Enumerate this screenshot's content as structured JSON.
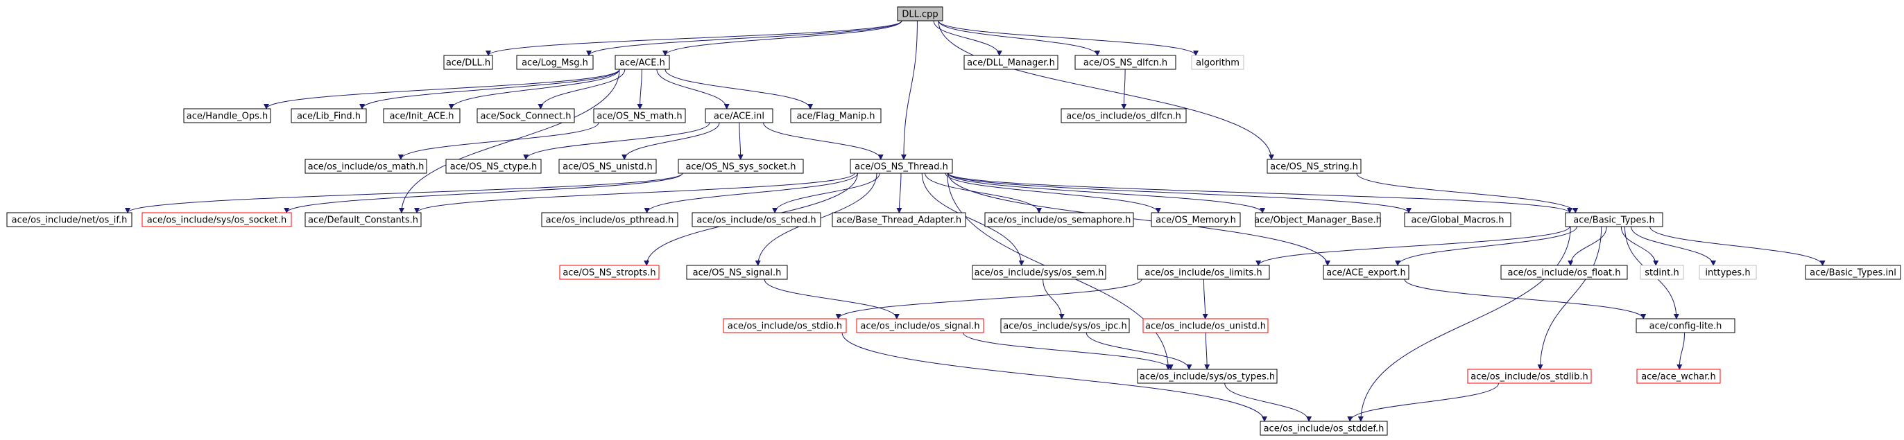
{
  "nodes": [
    {
      "id": "dll_cpp",
      "label": "DLL.cpp",
      "style": "root"
    },
    {
      "id": "dll_h",
      "label": "ace/DLL.h",
      "style": "normal"
    },
    {
      "id": "log_msg",
      "label": "ace/Log_Msg.h",
      "style": "normal"
    },
    {
      "id": "ace_h",
      "label": "ace/ACE.h",
      "style": "normal"
    },
    {
      "id": "dll_mgr",
      "label": "ace/DLL_Manager.h",
      "style": "normal"
    },
    {
      "id": "os_ns_dlfcn",
      "label": "ace/OS_NS_dlfcn.h",
      "style": "normal"
    },
    {
      "id": "algorithm",
      "label": "algorithm",
      "style": "gray"
    },
    {
      "id": "handle_ops",
      "label": "ace/Handle_Ops.h",
      "style": "normal"
    },
    {
      "id": "lib_find",
      "label": "ace/Lib_Find.h",
      "style": "normal"
    },
    {
      "id": "init_ace",
      "label": "ace/Init_ACE.h",
      "style": "normal"
    },
    {
      "id": "sock_connect",
      "label": "ace/Sock_Connect.h",
      "style": "normal"
    },
    {
      "id": "os_ns_math",
      "label": "ace/OS_NS_math.h",
      "style": "normal"
    },
    {
      "id": "ace_inl",
      "label": "ace/ACE.inl",
      "style": "normal"
    },
    {
      "id": "flag_manip",
      "label": "ace/Flag_Manip.h",
      "style": "normal"
    },
    {
      "id": "os_dlfcn",
      "label": "ace/os_include/os_dlfcn.h",
      "style": "normal"
    },
    {
      "id": "os_math",
      "label": "ace/os_include/os_math.h",
      "style": "normal"
    },
    {
      "id": "os_ns_ctype",
      "label": "ace/OS_NS_ctype.h",
      "style": "normal"
    },
    {
      "id": "os_ns_unistd",
      "label": "ace/OS_NS_unistd.h",
      "style": "normal"
    },
    {
      "id": "os_ns_sys_socket",
      "label": "ace/OS_NS_sys_socket.h",
      "style": "normal"
    },
    {
      "id": "os_ns_thread",
      "label": "ace/OS_NS_Thread.h",
      "style": "normal"
    },
    {
      "id": "os_ns_string",
      "label": "ace/OS_NS_string.h",
      "style": "normal"
    },
    {
      "id": "net_os_if",
      "label": "ace/os_include/net/os_if.h",
      "style": "normal"
    },
    {
      "id": "sys_os_socket",
      "label": "ace/os_include/sys/os_socket.h",
      "style": "red"
    },
    {
      "id": "default_constants",
      "label": "ace/Default_Constants.h",
      "style": "normal"
    },
    {
      "id": "os_pthread",
      "label": "ace/os_include/os_pthread.h",
      "style": "normal"
    },
    {
      "id": "os_sched",
      "label": "ace/os_include/os_sched.h",
      "style": "normal"
    },
    {
      "id": "base_thread_adapter",
      "label": "ace/Base_Thread_Adapter.h",
      "style": "normal"
    },
    {
      "id": "os_semaphore",
      "label": "ace/os_include/os_semaphore.h",
      "style": "normal"
    },
    {
      "id": "os_memory",
      "label": "ace/OS_Memory.h",
      "style": "normal"
    },
    {
      "id": "object_manager_base",
      "label": "ace/Object_Manager_Base.h",
      "style": "normal"
    },
    {
      "id": "global_macros",
      "label": "ace/Global_Macros.h",
      "style": "normal"
    },
    {
      "id": "basic_types_h",
      "label": "ace/Basic_Types.h",
      "style": "normal"
    },
    {
      "id": "os_ns_stropts",
      "label": "ace/OS_NS_stropts.h",
      "style": "red"
    },
    {
      "id": "os_ns_signal",
      "label": "ace/OS_NS_signal.h",
      "style": "normal"
    },
    {
      "id": "sys_os_sem",
      "label": "ace/os_include/sys/os_sem.h",
      "style": "normal"
    },
    {
      "id": "os_limits",
      "label": "ace/os_include/os_limits.h",
      "style": "normal"
    },
    {
      "id": "ace_export",
      "label": "ace/ACE_export.h",
      "style": "normal"
    },
    {
      "id": "os_float",
      "label": "ace/os_include/os_float.h",
      "style": "normal"
    },
    {
      "id": "stdint",
      "label": "stdint.h",
      "style": "gray"
    },
    {
      "id": "inttypes",
      "label": "inttypes.h",
      "style": "gray"
    },
    {
      "id": "basic_types_inl",
      "label": "ace/Basic_Types.inl",
      "style": "normal"
    },
    {
      "id": "os_stdio",
      "label": "ace/os_include/os_stdio.h",
      "style": "red"
    },
    {
      "id": "os_signal",
      "label": "ace/os_include/os_signal.h",
      "style": "red"
    },
    {
      "id": "sys_os_ipc",
      "label": "ace/os_include/sys/os_ipc.h",
      "style": "normal"
    },
    {
      "id": "os_unistd",
      "label": "ace/os_include/os_unistd.h",
      "style": "red"
    },
    {
      "id": "config_lite",
      "label": "ace/config-lite.h",
      "style": "normal"
    },
    {
      "id": "sys_os_types",
      "label": "ace/os_include/sys/os_types.h",
      "style": "normal"
    },
    {
      "id": "os_stdlib",
      "label": "ace/os_include/os_stdlib.h",
      "style": "red"
    },
    {
      "id": "ace_wchar",
      "label": "ace/ace_wchar.h",
      "style": "red"
    },
    {
      "id": "os_stddef",
      "label": "ace/os_include/os_stddef.h",
      "style": "normal"
    }
  ],
  "edges": [
    [
      "dll_cpp",
      "dll_h"
    ],
    [
      "dll_cpp",
      "log_msg"
    ],
    [
      "dll_cpp",
      "ace_h"
    ],
    [
      "dll_cpp",
      "dll_mgr"
    ],
    [
      "dll_cpp",
      "os_ns_dlfcn"
    ],
    [
      "dll_cpp",
      "algorithm"
    ],
    [
      "dll_cpp",
      "os_ns_thread"
    ],
    [
      "dll_cpp",
      "os_ns_string"
    ],
    [
      "ace_h",
      "handle_ops"
    ],
    [
      "ace_h",
      "lib_find"
    ],
    [
      "ace_h",
      "init_ace"
    ],
    [
      "ace_h",
      "sock_connect"
    ],
    [
      "ace_h",
      "os_ns_math"
    ],
    [
      "ace_h",
      "ace_inl"
    ],
    [
      "ace_h",
      "flag_manip"
    ],
    [
      "ace_h",
      "default_constants"
    ],
    [
      "os_ns_dlfcn",
      "os_dlfcn"
    ],
    [
      "os_ns_math",
      "os_math"
    ],
    [
      "ace_inl",
      "os_ns_ctype"
    ],
    [
      "ace_inl",
      "os_ns_unistd"
    ],
    [
      "ace_inl",
      "os_ns_sys_socket"
    ],
    [
      "ace_inl",
      "os_ns_thread"
    ],
    [
      "os_ns_sys_socket",
      "net_os_if"
    ],
    [
      "os_ns_sys_socket",
      "sys_os_socket"
    ],
    [
      "os_ns_thread",
      "default_constants"
    ],
    [
      "os_ns_thread",
      "os_pthread"
    ],
    [
      "os_ns_thread",
      "os_sched"
    ],
    [
      "os_ns_thread",
      "base_thread_adapter"
    ],
    [
      "os_ns_thread",
      "os_semaphore"
    ],
    [
      "os_ns_thread",
      "os_memory"
    ],
    [
      "os_ns_thread",
      "object_manager_base"
    ],
    [
      "os_ns_thread",
      "global_macros"
    ],
    [
      "os_ns_thread",
      "basic_types_h"
    ],
    [
      "os_ns_thread",
      "os_ns_stropts"
    ],
    [
      "os_ns_thread",
      "os_ns_signal"
    ],
    [
      "os_ns_thread",
      "sys_os_sem"
    ],
    [
      "os_ns_thread",
      "ace_export"
    ],
    [
      "os_ns_thread",
      "sys_os_types"
    ],
    [
      "os_ns_string",
      "basic_types_h"
    ],
    [
      "basic_types_h",
      "os_limits"
    ],
    [
      "basic_types_h",
      "ace_export"
    ],
    [
      "basic_types_h",
      "os_float"
    ],
    [
      "basic_types_h",
      "stdint"
    ],
    [
      "basic_types_h",
      "inttypes"
    ],
    [
      "basic_types_h",
      "basic_types_inl"
    ],
    [
      "basic_types_h",
      "config_lite"
    ],
    [
      "basic_types_h",
      "os_stdlib"
    ],
    [
      "basic_types_h",
      "os_stddef"
    ],
    [
      "os_ns_signal",
      "os_signal"
    ],
    [
      "sys_os_sem",
      "sys_os_ipc"
    ],
    [
      "os_limits",
      "os_stdio"
    ],
    [
      "os_limits",
      "os_unistd"
    ],
    [
      "ace_export",
      "config_lite"
    ],
    [
      "os_stdio",
      "os_stddef"
    ],
    [
      "os_signal",
      "sys_os_types"
    ],
    [
      "sys_os_ipc",
      "sys_os_types"
    ],
    [
      "os_unistd",
      "sys_os_types"
    ],
    [
      "config_lite",
      "ace_wchar"
    ],
    [
      "os_stdlib",
      "os_stddef"
    ],
    [
      "sys_os_types",
      "os_stddef"
    ]
  ]
}
